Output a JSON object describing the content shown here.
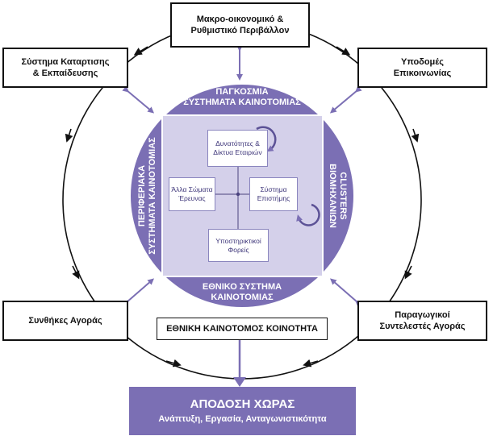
{
  "outer_boxes": {
    "top": [
      "Μακρο-οικονομικό &",
      "Ρυθμιστικό Περιβάλλον"
    ],
    "top_left": [
      "Σύστημα Καταρτισης",
      "& Εκπαίδευσης"
    ],
    "top_right": [
      "Υποδομές",
      "Επικοινωνίας"
    ],
    "bottom_left": [
      "Συνθήκες Αγοράς"
    ],
    "bottom_right": [
      "Παραγωγικοί",
      "Συντελεστές Αγοράς"
    ]
  },
  "circle": {
    "top_label": [
      "ΠΑΓΚΟΣΜΙΑ",
      "ΣΥΣΤΗΜΑΤΑ ΚΑΙΝΟΤΟΜΙΑΣ"
    ],
    "left_label": [
      "ΠΕΡΙΦΕΡΙΑΚΑ",
      "ΣΥΣΤΗΜΑΤΑ ΚΑΙΝΟΤΟΜΙΑΣ"
    ],
    "right_label": [
      "CLUSTERS",
      "ΒΙΟΜΗΧΑΝΙΩΝ"
    ],
    "bottom_label": [
      "ΕΘΝΙΚΟ ΣΥΣΤΗΜΑ",
      "ΚΑΙΝΟΤΟΜΙΑΣ"
    ]
  },
  "inner_boxes": {
    "top": [
      "Δυνατότητες &",
      "Δίκτυα Εταιριών"
    ],
    "left": [
      "Άλλα Σώματα",
      "Έρευνας"
    ],
    "right": [
      "Σύστημα",
      "Επιστήμης"
    ],
    "bottom": [
      "Υποστηρικτικοί",
      "Φορείς"
    ]
  },
  "community": "ΕΘΝΙΚΗ ΚΑΙΝΟΤΟΜΟΣ ΚΟΙΝΟΤΗΤΑ",
  "output": {
    "title": "ΑΠΟΔΟΣΗ ΧΩΡΑΣ",
    "subtitle": "Ανάπτυξη, Εργασία, Ανταγωνιστικότητα"
  },
  "colors": {
    "circle": "#7b6fb4",
    "inner_square": "#d4d0ea",
    "arrow": "#7b6fb4",
    "outline": "#111111"
  }
}
